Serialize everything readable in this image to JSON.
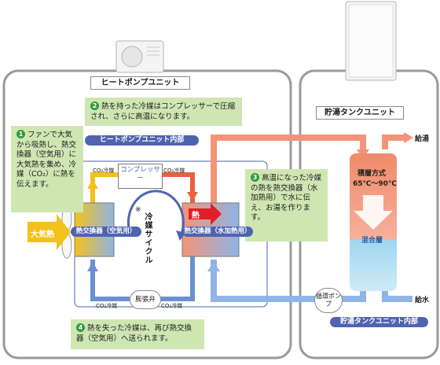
{
  "heat_pump_unit": {
    "title": "ヒートポンプユニット",
    "interior_label": "ヒートポンプユニット内部"
  },
  "tank_unit": {
    "title": "貯湯タンクユニット",
    "interior_label": "貯湯タンクユニット内部"
  },
  "notes": {
    "step1": {
      "num": "1",
      "text": "ファンで大気から吸熱し、熱交換器（空気用）に大気熱を集め、冷媒（CO₂）に熱を伝えます。"
    },
    "step2": {
      "num": "2",
      "text": "熱を持った冷媒はコンプレッサーで圧縮され、さらに高温になります。"
    },
    "step3": {
      "num": "3",
      "text": "高温になった冷媒の熱を熱交換器（水加熱用）で水に伝え、お湯を作ります。"
    },
    "step4": {
      "num": "4",
      "text": "熱を失った冷媒は、再び熱交換器（空気用）へ送られます。"
    }
  },
  "components": {
    "compressor": "コンプレッサー",
    "air_hx": "熱交換器（空気用）",
    "water_hx": "熱交換器（水加熱用）",
    "expansion_valve": "膨張弁",
    "pump": "循環ポンプ",
    "co2_refrigerant": "CO₂冷媒",
    "air_heat": "大気熱",
    "heat": "熱",
    "cycle": "冷媒サイクル",
    "cycle_mark": "※"
  },
  "tank": {
    "method": "積層方式",
    "temp_range": "65℃〜90℃",
    "mixing_layer": "混合層",
    "hot_out": "給湯",
    "water_in": "給水"
  },
  "colors": {
    "hot": "#f3947a",
    "hot_dark": "#e8623f",
    "cold": "#8fb4e6",
    "cold_dark": "#6a90cf",
    "warm_yellow": "#f2c21b",
    "green_note": "#cfe6b3",
    "panel_border": "#9a9a9a"
  }
}
